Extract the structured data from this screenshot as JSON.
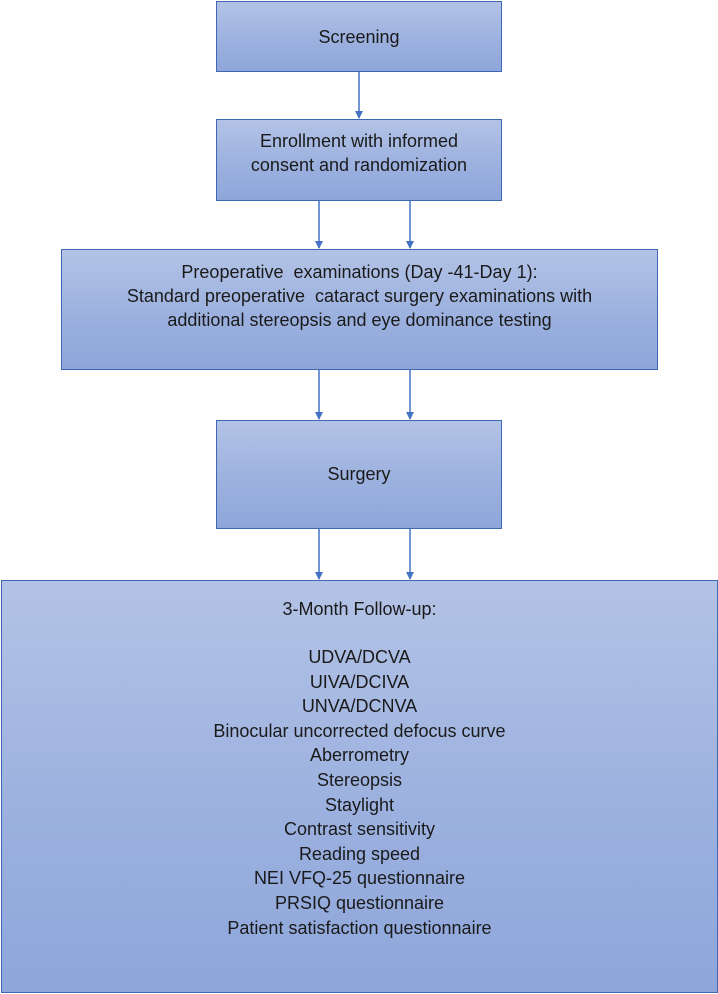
{
  "boxes": {
    "screening": {
      "lines": [
        "Screening"
      ]
    },
    "enrollment": {
      "lines": [
        "Enrollment with informed",
        "consent and randomization"
      ]
    },
    "preop": {
      "lines": [
        "Preoperative  examinations (Day -41-Day 1):",
        "Standard preoperative  cataract surgery examinations with",
        "additional stereopsis and eye dominance testing"
      ]
    },
    "surgery": {
      "lines": [
        "Surgery"
      ]
    },
    "followup": {
      "title": "3-Month Follow-up:",
      "measures": [
        "UDVA/DCVA",
        "UIVA/DCIVA",
        "UNVA/DCNVA",
        "Binocular uncorrected defocus curve",
        "Aberrometry",
        "Stereopsis",
        "Staylight",
        "Contrast sensitivity",
        "Reading speed",
        "NEI VFQ-25 questionnaire",
        "PRSIQ questionnaire",
        "Patient satisfaction questionnaire"
      ]
    }
  },
  "colors": {
    "box_border": "#3f67b3",
    "box_fill_top": "#b3c3e6",
    "box_fill_bottom": "#8ea6da",
    "arrow": "#4472c4"
  }
}
